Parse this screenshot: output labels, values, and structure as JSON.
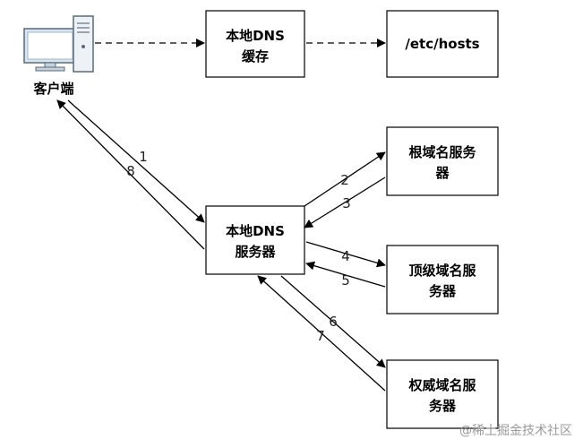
{
  "client": {
    "label": "客户端"
  },
  "boxes": {
    "local_cache": {
      "line1": "本地DNS",
      "line2": "缓存"
    },
    "hosts": {
      "line1": "/etc/hosts"
    },
    "local_server": {
      "line1": "本地DNS",
      "line2": "服务器"
    },
    "root": {
      "line1": "根域名服务",
      "line2": "器"
    },
    "tld": {
      "line1": "顶级域名服",
      "line2": "务器"
    },
    "authoritative": {
      "line1": "权威域名服",
      "line2": "务器"
    }
  },
  "steps": {
    "s1": "1",
    "s2": "2",
    "s3": "3",
    "s4": "4",
    "s5": "5",
    "s6": "6",
    "s7": "7",
    "s8": "8"
  },
  "watermark": {
    "text": "@稀土掘金技术社区"
  }
}
